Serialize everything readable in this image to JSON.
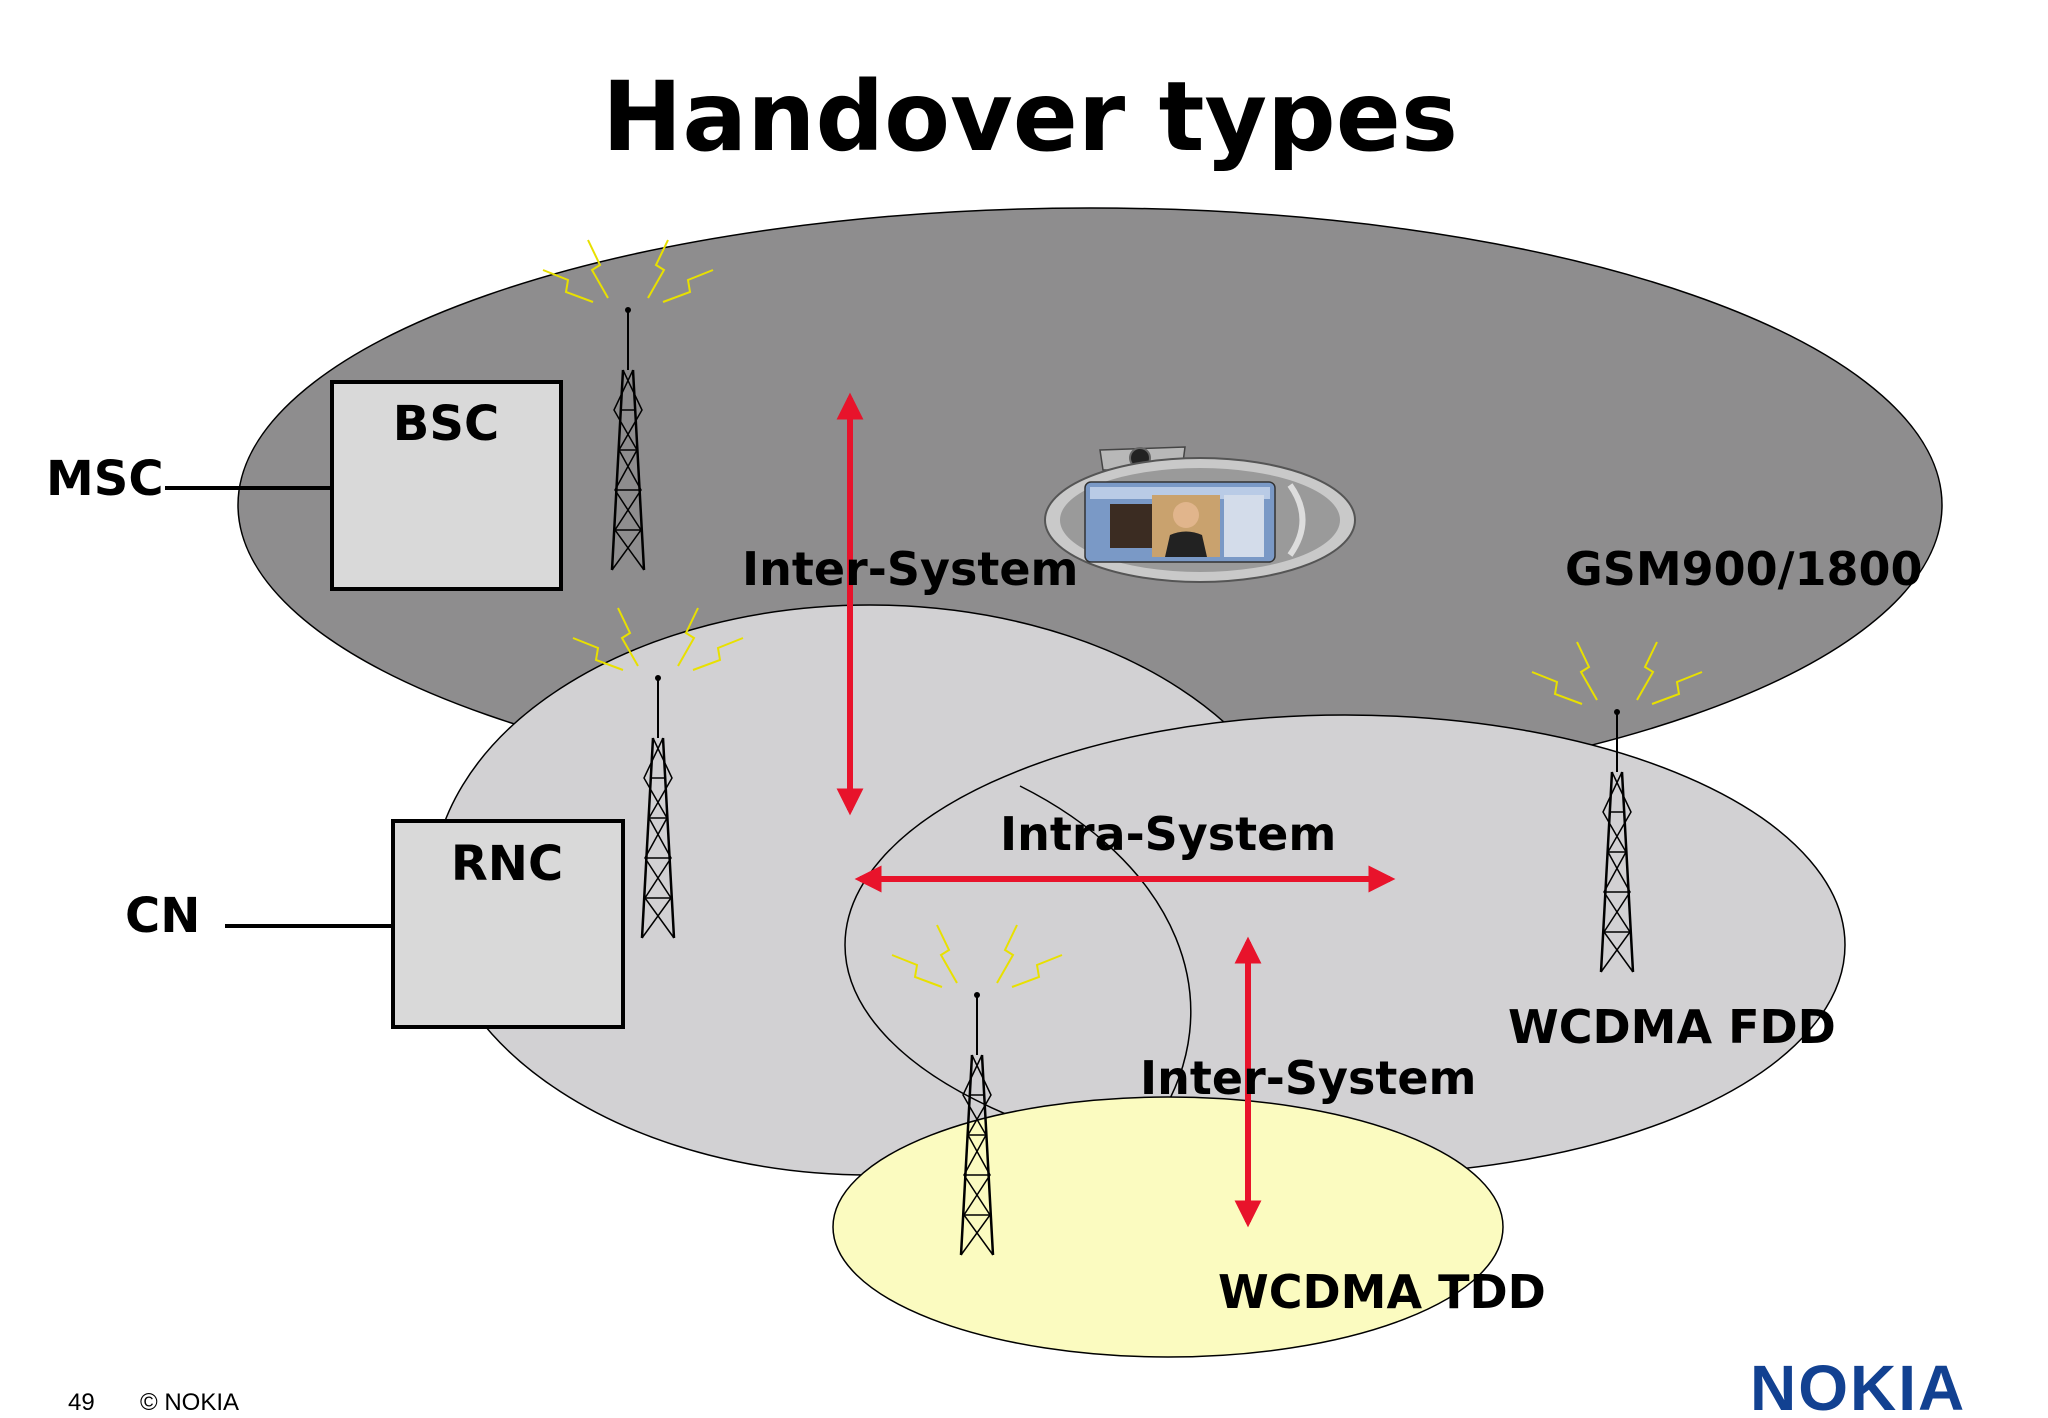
{
  "title": "Handover types",
  "nodes": {
    "bsc": "BSC",
    "rnc": "RNC",
    "msc": "MSC",
    "cn": "CN"
  },
  "systems": {
    "gsm": "GSM900/1800",
    "fdd": "WCDMA FDD",
    "tdd": "WCDMA TDD"
  },
  "handovers": {
    "inter_system_top": "Inter-System",
    "intra_system": "Intra-System",
    "inter_system_bottom": "Inter-System"
  },
  "footer": {
    "page_number": "49",
    "copyright": "© NOKIA",
    "logo": "NOKIA"
  },
  "colors": {
    "gsm_area": "#8e8d8e",
    "wcdma_area": "#d2d1d3",
    "tdd_area": "#fbfbc0",
    "arrow": "#e8132b",
    "brand": "#124191"
  }
}
